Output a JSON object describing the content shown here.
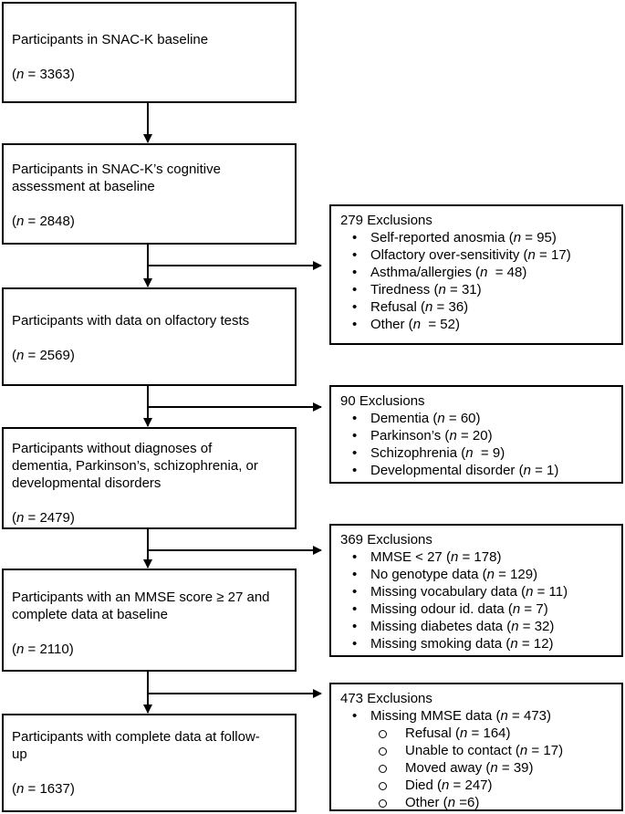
{
  "boxes": [
    {
      "line1": "Participants in SNAC-K baseline",
      "line2": "",
      "n": "3363"
    },
    {
      "line1": "Participants in SNAC-K’s cognitive",
      "line2": "assessment at baseline",
      "n": "2848"
    },
    {
      "line1": "Participants with data on olfactory tests",
      "line2": "",
      "n": "2569"
    },
    {
      "line1": "Participants without diagnoses of",
      "line2": "dementia, Parkinson’s, schizophrenia, or",
      "line3": "developmental disorders",
      "n": "2479"
    },
    {
      "line1": "Participants with an MMSE score ≥ 27 and",
      "line2": "complete data at baseline",
      "n": "2110"
    },
    {
      "line1": "Participants with complete data at follow-",
      "line2": "up",
      "n": "1637"
    }
  ],
  "exclusions": [
    {
      "title": "279 Exclusions",
      "items": [
        {
          "label": "Self-reported anosmia",
          "n": "95"
        },
        {
          "label": "Olfactory over-sensitivity",
          "n": "17"
        },
        {
          "label": "Asthma/allergies",
          "n": "48"
        },
        {
          "label": "Tiredness",
          "n": "31"
        },
        {
          "label": "Refusal",
          "n": "36"
        },
        {
          "label": "Other",
          "n": "52"
        }
      ]
    },
    {
      "title": "90 Exclusions",
      "items": [
        {
          "label": "Dementia",
          "n": "60"
        },
        {
          "label": "Parkinson’s",
          "n": "20"
        },
        {
          "label": "Schizophrenia",
          "n": "9"
        },
        {
          "label": "Developmental disorder",
          "n": "1"
        }
      ]
    },
    {
      "title": "369 Exclusions",
      "items": [
        {
          "label": "MMSE < 27",
          "n": "178"
        },
        {
          "label": "No genotype data",
          "n": "129"
        },
        {
          "label": "Missing vocabulary data",
          "n": "11"
        },
        {
          "label": "Missing odour id. data",
          "n": "7"
        },
        {
          "label": "Missing diabetes data",
          "n": "32"
        },
        {
          "label": "Missing smoking data",
          "n": "12"
        }
      ]
    },
    {
      "title": "473 Exclusions",
      "items": [
        {
          "label": "Missing MMSE data",
          "n": "473"
        }
      ],
      "subitems": [
        {
          "label": "Refusal",
          "n": "164"
        },
        {
          "label": "Unable to contact",
          "n": "17"
        },
        {
          "label": "Moved away",
          "n": "39"
        },
        {
          "label": "Died",
          "n": "247"
        },
        {
          "label": "Other",
          "n": "6"
        }
      ]
    }
  ]
}
